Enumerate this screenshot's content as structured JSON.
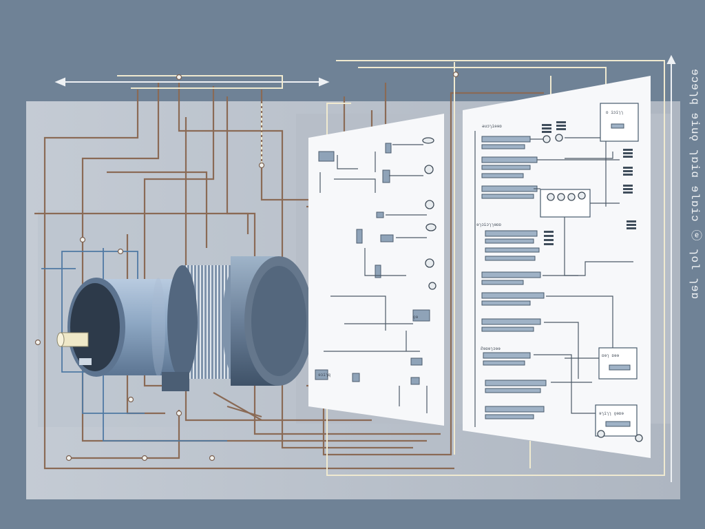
{
  "side_caption": "ɘɔɘɿq ɘiuǫ ɿɒiɑ ɘlɒiɔ ⓔ ɿol ɿɘɒ",
  "sheet_left_labels": [
    "ɘɔiɿq",
    "ǫɘ"
  ],
  "sheet_right_labels": [
    "ǝuɔɿiɘɘɒ",
    "ɒ iɔiɿɿ",
    "ɘɿɔiɔɿɿɘɒɒ",
    "Ƨɘɒɘɿɔɘɘ",
    "ɒɘɿ ɒɘɘ",
    "ɘɿiɿɿ ǫɘɒɘ"
  ],
  "colors": {
    "background": "#6f8296",
    "panel": "#c9cfd8",
    "wire_brown": "#8a6a55",
    "wire_blue": "#4f79a3",
    "wire_cream": "#f0ead0",
    "motor_body": "#8ea8c4",
    "sheet": "#f7f8fa"
  },
  "icons": [
    "motor-icon",
    "gear-ring-icon",
    "shaft-coupling-icon",
    "connector-node-icon"
  ]
}
